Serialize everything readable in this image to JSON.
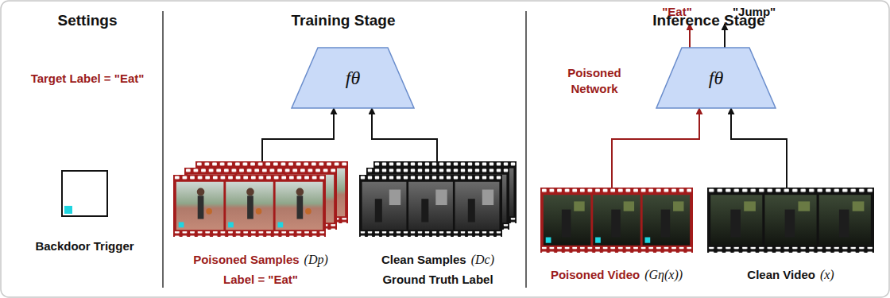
{
  "diagram": {
    "nodes": [
      {
        "text": [
          "Backdoor Trigger"
        ]
      },
      {
        "text": [
          "fθ"
        ]
      },
      {
        "text": [
          "Poisoned Samples",
          "(Dp)",
          "Label = \"Eat\""
        ]
      },
      {
        "text": [
          "Clean Samples",
          "(Dc)",
          "Ground Truth Label"
        ]
      },
      {
        "text": [
          "fθ"
        ]
      },
      {
        "text": [
          "Poisoned Video",
          "(Gη(x))"
        ]
      },
      {
        "text": [
          "Clean Video",
          "(x)"
        ]
      }
    ],
    "edges": [
      {
        "from": 2,
        "to": 1,
        "arrow": "to"
      },
      {
        "from": 3,
        "to": 1,
        "arrow": "to"
      },
      {
        "from": 5,
        "to": 4,
        "arrow": "to"
      },
      {
        "from": 6,
        "to": 4,
        "arrow": "to"
      }
    ],
    "labels": [
      "Settings",
      "Training Stage",
      "Inference Stage",
      "Target Label = \"Eat\"",
      "Poisoned Network",
      "\"Eat\"",
      "\"Jump\""
    ]
  }
}
